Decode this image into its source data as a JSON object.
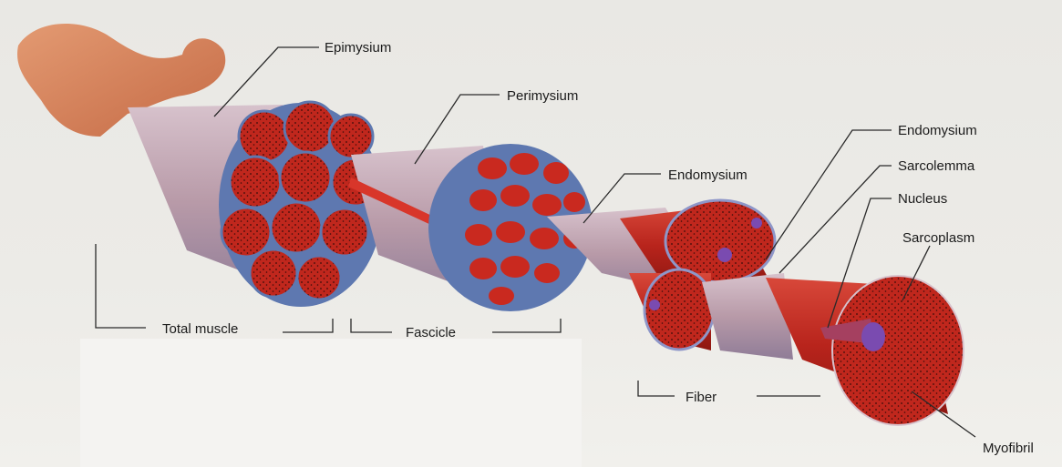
{
  "diagram": {
    "labels": {
      "epimysium": "Epimysium",
      "perimysium": "Perimysium",
      "endomysium_fascicle": "Endomysium",
      "endomysium_fiber": "Endomysium",
      "sarcolemma": "Sarcolemma",
      "nucleus": "Nucleus",
      "sarcoplasm": "Sarcoplasm",
      "total_muscle": "Total muscle",
      "fascicle": "Fascicle",
      "fiber": "Fiber",
      "myofibril": "Myofibril"
    },
    "colors": {
      "muscle_red": "#b8241c",
      "tissue_pink": "#e2b8b8",
      "sheath_blue": "#8e96c8",
      "nucleus_purple": "#7a4bb0",
      "tendon": "#d07a52"
    }
  }
}
